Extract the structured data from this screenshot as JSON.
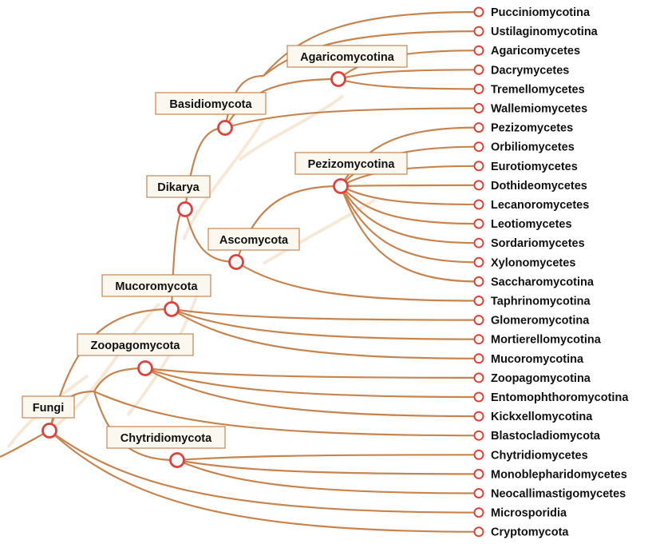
{
  "clades": {
    "fungi": "Fungi",
    "zoopagomycota": "Zoopagomycota",
    "chytridiomycota": "Chytridiomycota",
    "mucoromycota": "Mucoromycota",
    "dikarya": "Dikarya",
    "basidiomycota": "Basidiomycota",
    "agaricomycotina": "Agaricomycotina",
    "ascomycota": "Ascomycota",
    "pezizomycotina": "Pezizomycotina"
  },
  "leaves": [
    "Pucciniomycotina",
    "Ustilaginomycotina",
    "Agaricomycetes",
    "Dacrymycetes",
    "Tremellomycetes",
    "Wallemiomycetes",
    "Pezizomycetes",
    "Orbiliomycetes",
    "Eurotiomycetes",
    "Dothideomycetes",
    "Lecanoromycetes",
    "Leotiomycetes",
    "Sordariomycetes",
    "Xylonomycetes",
    "Saccharomycotina",
    "Taphrinomycotina",
    "Glomeromycotina",
    "Mortierellomycotina",
    "Mucoromycotina",
    "Zoopagomycotina",
    "Entomophthoromycotina",
    "Kickxellomycotina",
    "Blastocladiomycota",
    "Chytridiomycetes",
    "Monoblepharidomycetes",
    "Neocallimastigomycetes",
    "Microsporidia",
    "Cryptomycota"
  ],
  "colors": {
    "branch": "#c8844f",
    "node_stroke": "#e0413a",
    "label_box_fill": "#fbf8ef",
    "background_wisp": "#f1d7b8"
  }
}
